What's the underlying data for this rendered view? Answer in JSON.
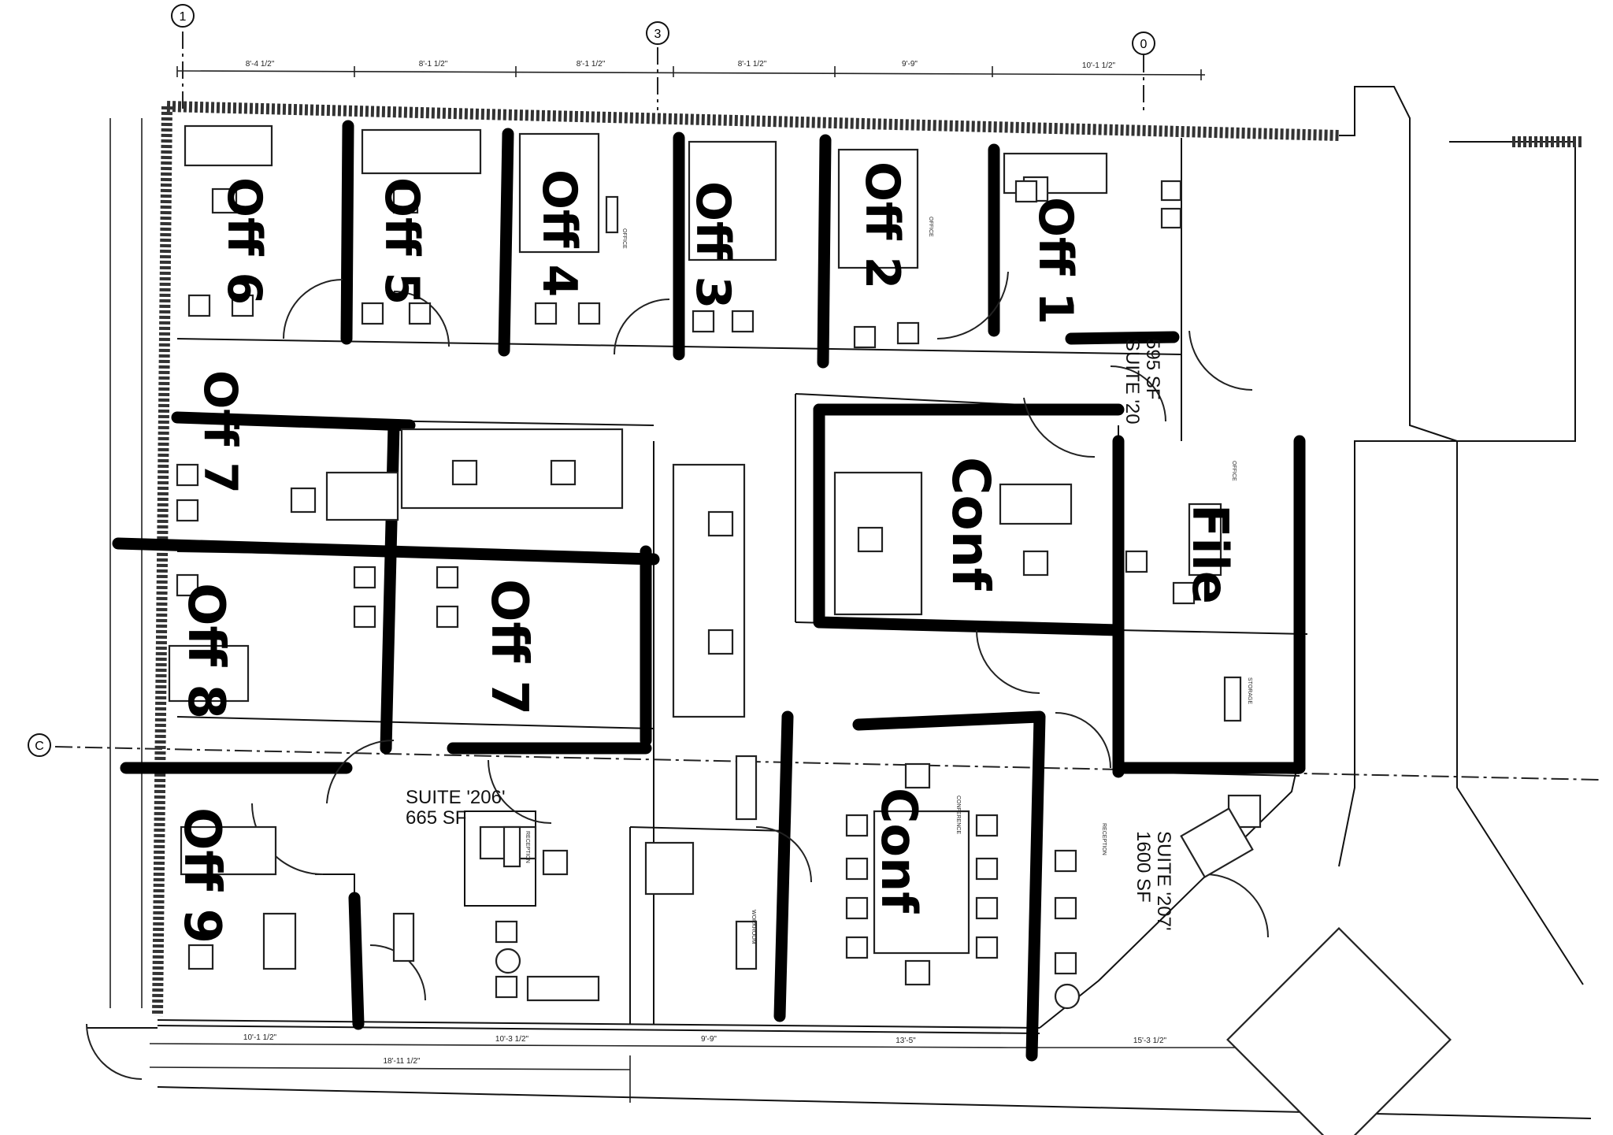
{
  "grid_markers": [
    "1",
    "3",
    "0",
    "C"
  ],
  "suites": [
    {
      "name": "SUITE '20",
      "area": "595 SF"
    },
    {
      "name": "SUITE '206'",
      "area": "665 SF"
    },
    {
      "name": "SUITE '207'",
      "area": "1600 SF"
    }
  ],
  "room_tags": [
    "OFFICE",
    "RECEPTION",
    "STORAGE",
    "CONFERENCE",
    "WORKROOM",
    "OFFICE",
    "OFFICE",
    "RECEPTION"
  ],
  "dimensions_top": [
    "8'-4 1/2\"",
    "8'-1 1/2\"",
    "8'-1 1/2\"",
    "8'-1 1/2\"",
    "9'-9\"",
    "10'-1 1/2\""
  ],
  "dimensions_bottom": [
    "10'-1 1/2\"",
    "10'-3 1/2\"",
    "18'-11 1/2\"",
    "9'-9\"",
    "13'-5\"",
    "15'-3 1/2\""
  ],
  "handwritten_labels": {
    "office_1": "Off 1",
    "office_2": "Off 2",
    "office_3": "Off 3",
    "office_4": "Off 4",
    "office_5": "Off 5",
    "office_6": "Off 6",
    "office_7": "Off 7",
    "office_7_top": "Off 7",
    "office_8": "Off 8",
    "office_9": "Off 9",
    "conference_1": "Conf",
    "conference_2": "Conf",
    "file_room": "File"
  },
  "colors": {
    "ink": "#000000",
    "paper": "#ffffff",
    "line": "#222222"
  }
}
